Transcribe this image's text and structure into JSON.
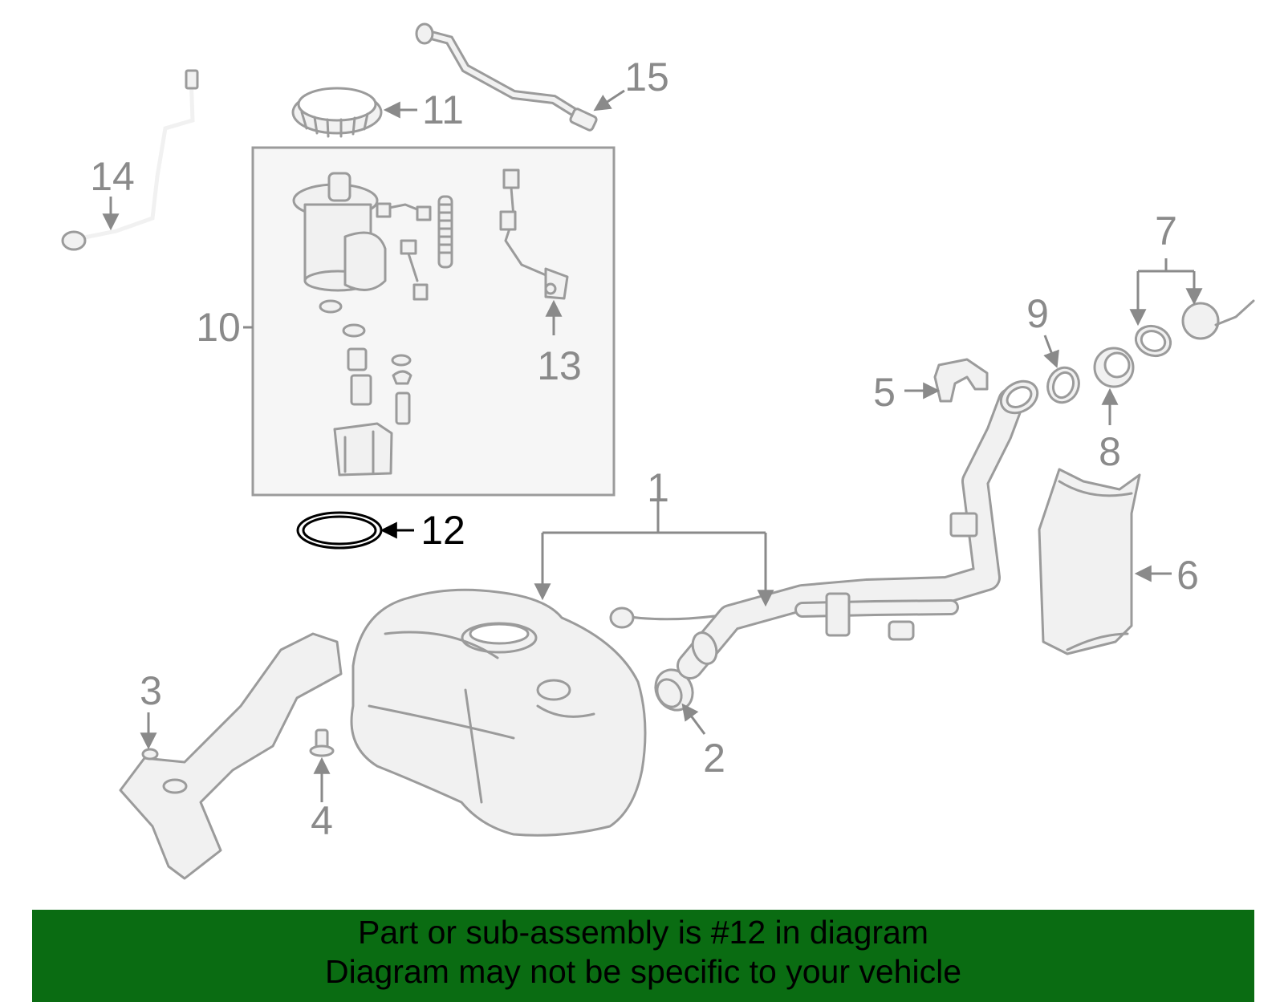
{
  "diagram": {
    "callouts": {
      "c1": "1",
      "c2": "2",
      "c3": "3",
      "c4": "4",
      "c5": "5",
      "c6": "6",
      "c7": "7",
      "c8": "8",
      "c9": "9",
      "c10": "10",
      "c11": "11",
      "c12": "12",
      "c13": "13",
      "c14": "14",
      "c15": "15"
    },
    "highlighted_part": "12",
    "colors": {
      "line": "#9b9b9b",
      "part_fill": "#f1f1f1",
      "highlight": "#000000"
    }
  },
  "banner": {
    "line1": "Part or sub-assembly is #12 in diagram",
    "line2": "Diagram may not be specific to your vehicle",
    "background": "#0a6c12"
  }
}
